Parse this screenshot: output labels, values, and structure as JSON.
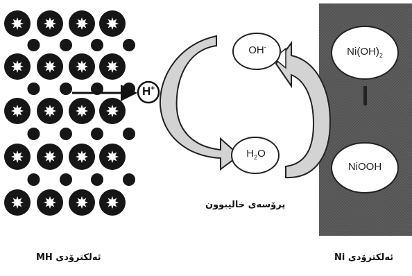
{
  "labels": {
    "mh_electrode": "ئەلکترۆدی MH",
    "ni_electrode": "ئەلکترۆدی Ni",
    "process": "پرۆسەی خالیبوون"
  },
  "species": {
    "hydrogen_ion": "H",
    "hydrogen_charge": "+",
    "hydroxide": "OH",
    "hydroxide_charge": "-",
    "water_h": "H",
    "water_sub": "2",
    "water_o": "O",
    "nickel_hydroxide": "Ni(OH)",
    "nickel_hydroxide_sub": "2",
    "nickel_oxyhydroxide": "NiOOH"
  },
  "colors": {
    "ni_panel": "#5a5a5a",
    "arrow_fill": "#c9c9c9",
    "sphere": "#161616"
  }
}
